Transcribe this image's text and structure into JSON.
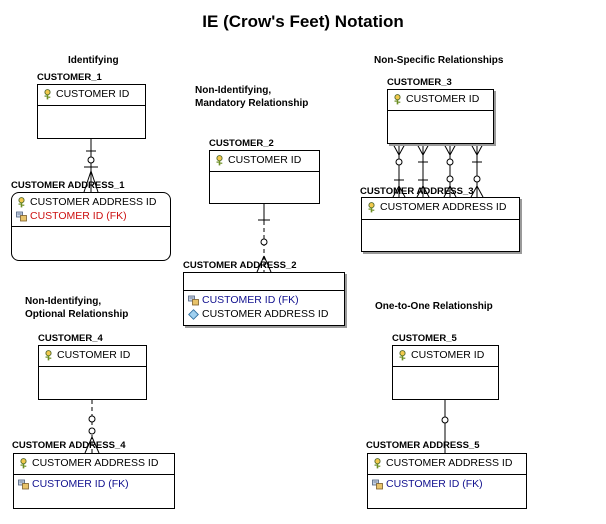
{
  "title": "IE (Crow's Feet) Notation",
  "captions": {
    "identifying": "Identifying",
    "nonid_mandatory_1": "Non-Identifying,",
    "nonid_mandatory_2": "Mandatory Relationship",
    "nonspecific": "Non-Specific Relationships",
    "nonid_optional_1": "Non-Identifying,",
    "nonid_optional_2": "Optional Relationship",
    "one_to_one": "One-to-One Relationship"
  },
  "entities": {
    "c1": {
      "name": "CUSTOMER_1",
      "key": "CUSTOMER ID"
    },
    "ca1": {
      "name": "CUSTOMER ADDRESS_1",
      "key1": "CUSTOMER ADDRESS ID",
      "key2": "CUSTOMER ID (FK)"
    },
    "c2": {
      "name": "CUSTOMER_2",
      "key": "CUSTOMER ID"
    },
    "ca2": {
      "name": "CUSTOMER ADDRESS_2",
      "attr1": "CUSTOMER ID (FK)",
      "attr2": "CUSTOMER ADDRESS ID"
    },
    "c3": {
      "name": "CUSTOMER_3",
      "key": "CUSTOMER ID"
    },
    "ca3": {
      "name": "CUSTOMER ADDRESS_3",
      "key": "CUSTOMER ADDRESS ID"
    },
    "c4": {
      "name": "CUSTOMER_4",
      "key": "CUSTOMER ID"
    },
    "ca4": {
      "name": "CUSTOMER ADDRESS_4",
      "key": "CUSTOMER ADDRESS ID",
      "attr": "CUSTOMER ID (FK)"
    },
    "c5": {
      "name": "CUSTOMER_5",
      "key": "CUSTOMER ID"
    },
    "ca5": {
      "name": "CUSTOMER ADDRESS_5",
      "key": "CUSTOMER ADDRESS ID",
      "attr": "CUSTOMER ID (FK)"
    }
  },
  "colors": {
    "fk_red": "#cc1111",
    "fk_blue": "#11118f",
    "shadow": "#9a9a9a",
    "key_icon": "#6b8e23"
  },
  "icons": {
    "primary_key": "key-icon",
    "foreign_key": "foreign-key-icon",
    "attribute": "diamond-icon"
  }
}
